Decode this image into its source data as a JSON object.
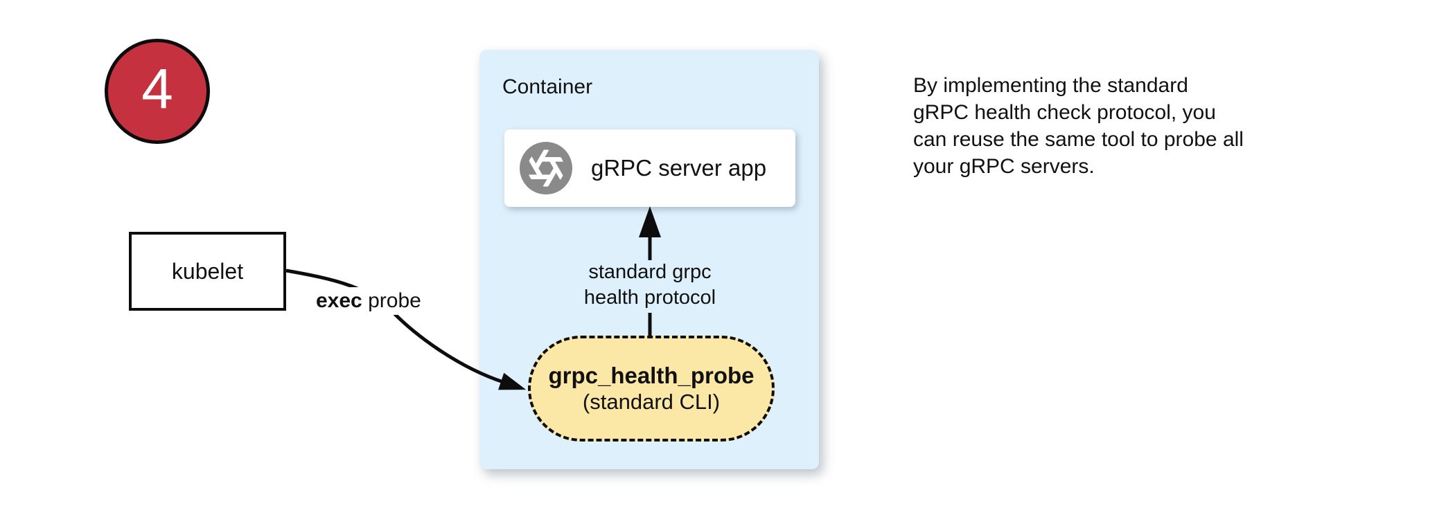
{
  "diagram": {
    "step_number": "4",
    "kubelet_label": "kubelet",
    "exec_probe_bold": "exec",
    "exec_probe_rest": " probe",
    "container_title": "Container",
    "server_app_label": "gRPC server app",
    "protocol_line1": "standard grpc",
    "protocol_line2": "health protocol",
    "probe_title": "grpc_health_probe",
    "probe_subtitle": "(standard CLI)"
  },
  "note": {
    "lines": [
      "By implementing the standard",
      "gRPC health check protocol, you",
      "can reuse the same tool to probe all",
      "your gRPC servers."
    ]
  },
  "colors": {
    "badge_red": "#c5313e",
    "container_blue": "#ddf0fb",
    "pill_yellow": "#fbe8a6",
    "icon_gray": "#8a8a8a",
    "line_black": "#0d0d0d"
  },
  "icons": {
    "server_app_icon": "aperture-icon"
  }
}
